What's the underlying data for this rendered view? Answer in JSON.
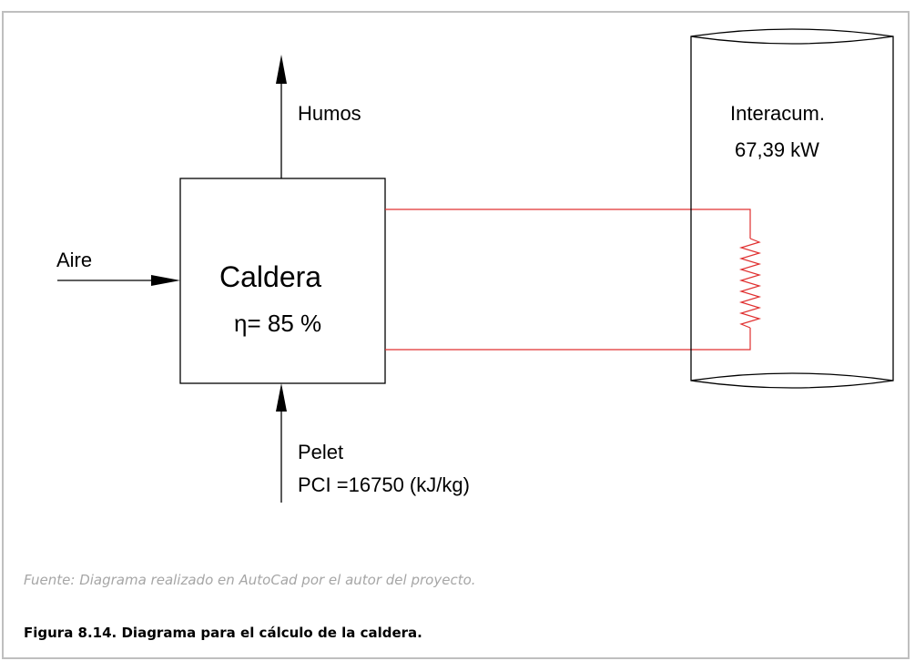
{
  "diagram": {
    "humos_label": "Humos",
    "aire_label": "Aire",
    "boiler": {
      "name": "Caldera",
      "efficiency": "η= 85 %"
    },
    "pelet_label": "Pelet",
    "pci_label": "PCI =16750 (kJ/kg)",
    "tank": {
      "name": "Interacum.",
      "power": "67,39 kW"
    },
    "colors": {
      "lines": "#000000",
      "heating_circuit": "#e03030"
    }
  },
  "captions": {
    "source": "Fuente: Diagrama realizado en AutoCad por el autor del proyecto.",
    "figure": "Figura 8.14. Diagrama para el cálculo de la caldera."
  }
}
